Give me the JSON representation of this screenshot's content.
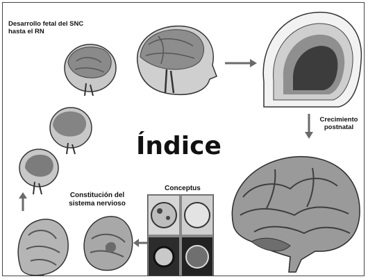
{
  "labels": {
    "title": "Desarrollo fetal del SNC hasta el RN",
    "growth": "Crecimiento postnatal",
    "index": "Índice",
    "constitution": "Constitución del sistema nervioso",
    "conceptus": "Conceptus"
  },
  "colors": {
    "text": "#111111",
    "arrow": "#6a6a6a",
    "skin": "#c8c8c8",
    "brain": "#8a8a8a",
    "dark": "#3a3a3a"
  }
}
